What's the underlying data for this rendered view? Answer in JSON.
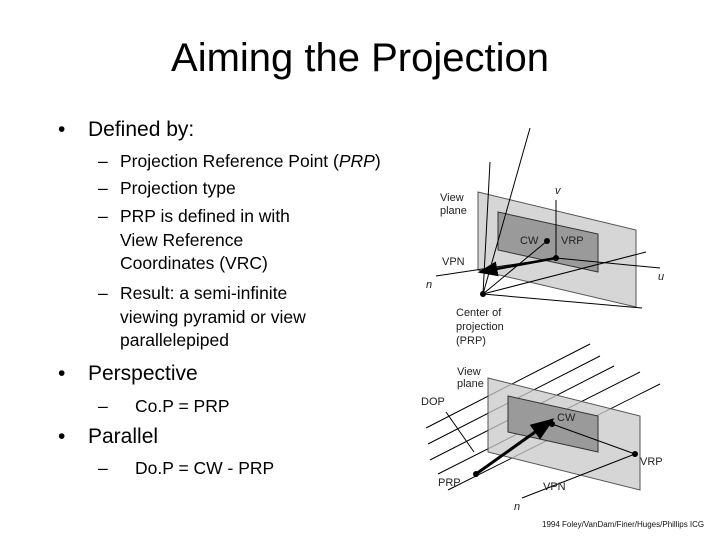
{
  "title": "Aiming the Projection",
  "bullets": {
    "defined_by": "Defined by:",
    "prp_prefix": "Projection Reference Point (",
    "prp_abbrev": "PRP",
    "prp_suffix": ")",
    "projection_type": "Projection type",
    "prp_defined_lines": [
      "PRP is defined in with",
      "View Reference",
      "Coordinates (VRC)"
    ],
    "result_lines": [
      "Result: a semi-infinite",
      "viewing pyramid or view",
      "parallelepiped"
    ],
    "perspective": "Perspective",
    "perspective_eq": "Co.P = PRP",
    "parallel": "Parallel",
    "parallel_eq": "Do.P = CW - PRP"
  },
  "figure_perspective": {
    "view_plane_label": [
      "View",
      "plane"
    ],
    "v_label": "v",
    "cw_label": "CW",
    "vrp_label": "VRP",
    "vpn_label": "VPN",
    "u_label": "u",
    "n_label": "n",
    "cop_label": [
      "Center of",
      "projection",
      "(PRP)"
    ]
  },
  "figure_parallel": {
    "view_plane_label": [
      "View",
      "plane"
    ],
    "dop_label": "DOP",
    "cw_label": "CW",
    "vrp_label": "VRP",
    "prp_label": "PRP",
    "vpn_label": "VPN",
    "n_label": "n"
  },
  "credit": "1994 Foley/VanDam/Finer/Huges/Phillips ICG"
}
